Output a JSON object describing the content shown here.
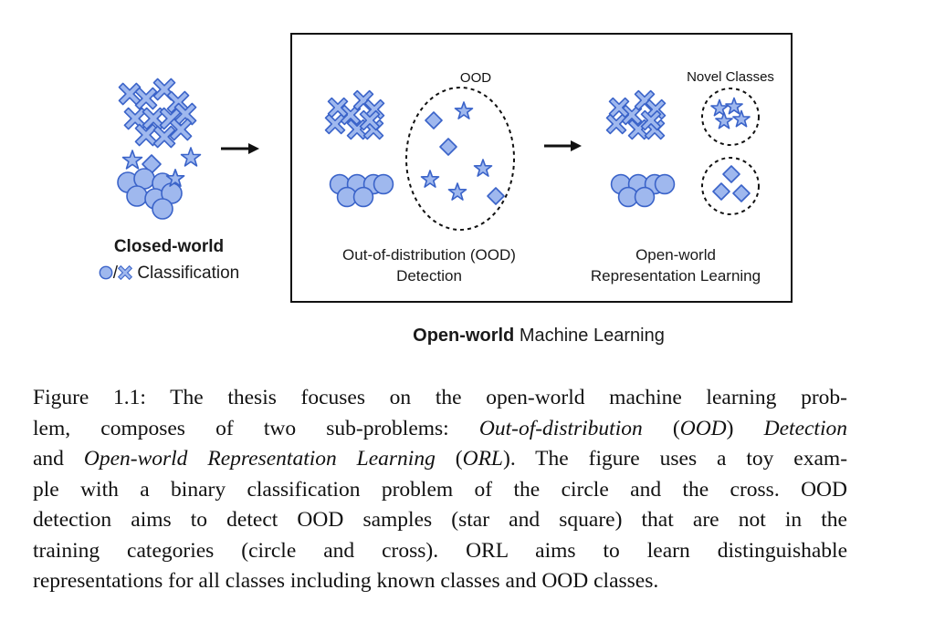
{
  "figure": {
    "left_panel": {
      "title": "Closed-world",
      "subtitle_sep": "/",
      "subtitle_text": "Classification"
    },
    "ood_panel": {
      "ood_tag": "OOD",
      "label_line1": "Out-of-distribution (OOD)",
      "label_line2": "Detection"
    },
    "orl_panel": {
      "novel_tag": "Novel Classes",
      "label_line1": "Open-world",
      "label_line2": "Representation Learning"
    },
    "bottom_title_bold": "Open-world",
    "bottom_title_rest": "Machine Learning",
    "colors": {
      "shape_fill": "#9fb8ee",
      "shape_stroke": "#3a63c9",
      "frame": "#111111"
    },
    "icons": [
      "circle-icon",
      "cross-icon",
      "star-icon",
      "diamond-icon",
      "right-arrow-icon",
      "dashed-ellipse"
    ]
  },
  "caption": {
    "line1": "Figure 1.1: The thesis focuses on the open-world machine learning prob-",
    "line2_a": "lem, composes of two sub-problems:",
    "line2_i1": "Out-of-distribution",
    "line2_b": "(",
    "line2_i2": "OOD",
    "line2_c": ")",
    "line2_i3": "Detection",
    "line3_a": "and",
    "line3_i1": "Open-world Representation Learning",
    "line3_b": "(",
    "line3_i2": "ORL",
    "line3_c": "). The figure uses a toy exam-",
    "line4": "ple with a binary classification problem of the circle and the cross. OOD",
    "line5": "detection aims to detect OOD samples (star and square) that are not in the",
    "line6": "training categories (circle and cross). ORL aims to learn distinguishable",
    "line7": "representations for all classes including known classes and OOD classes."
  }
}
